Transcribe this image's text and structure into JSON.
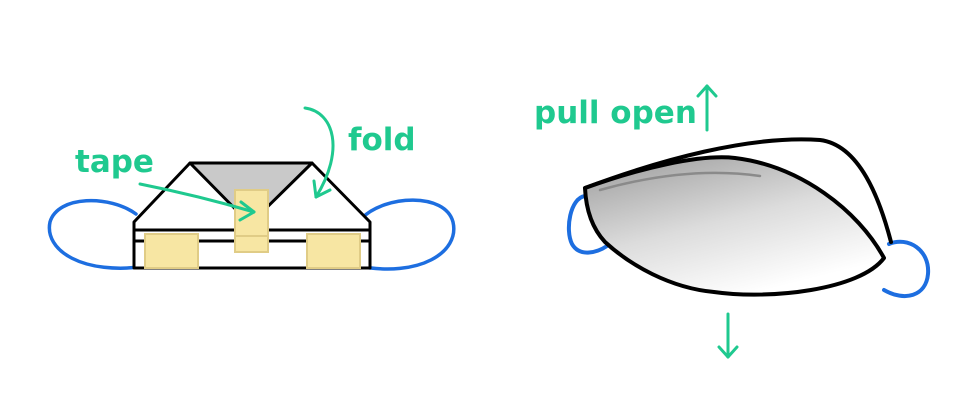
{
  "labels": {
    "tape": "tape",
    "fold": "fold",
    "pull_open": "pull open"
  },
  "colors": {
    "annotation": "#1fc98f",
    "handle_stroke": "#1d6ee0",
    "outline": "#000000",
    "tape_fill": "#f7e6a3",
    "tape_stroke": "#e0cc86",
    "fold_fill": "#c9c9c9"
  },
  "icons": {
    "tape_arrow": "curved-arrow-icon",
    "fold_arrow": "curved-arrow-icon",
    "up_arrow": "arrow-up-icon",
    "down_arrow": "arrow-down-icon"
  }
}
